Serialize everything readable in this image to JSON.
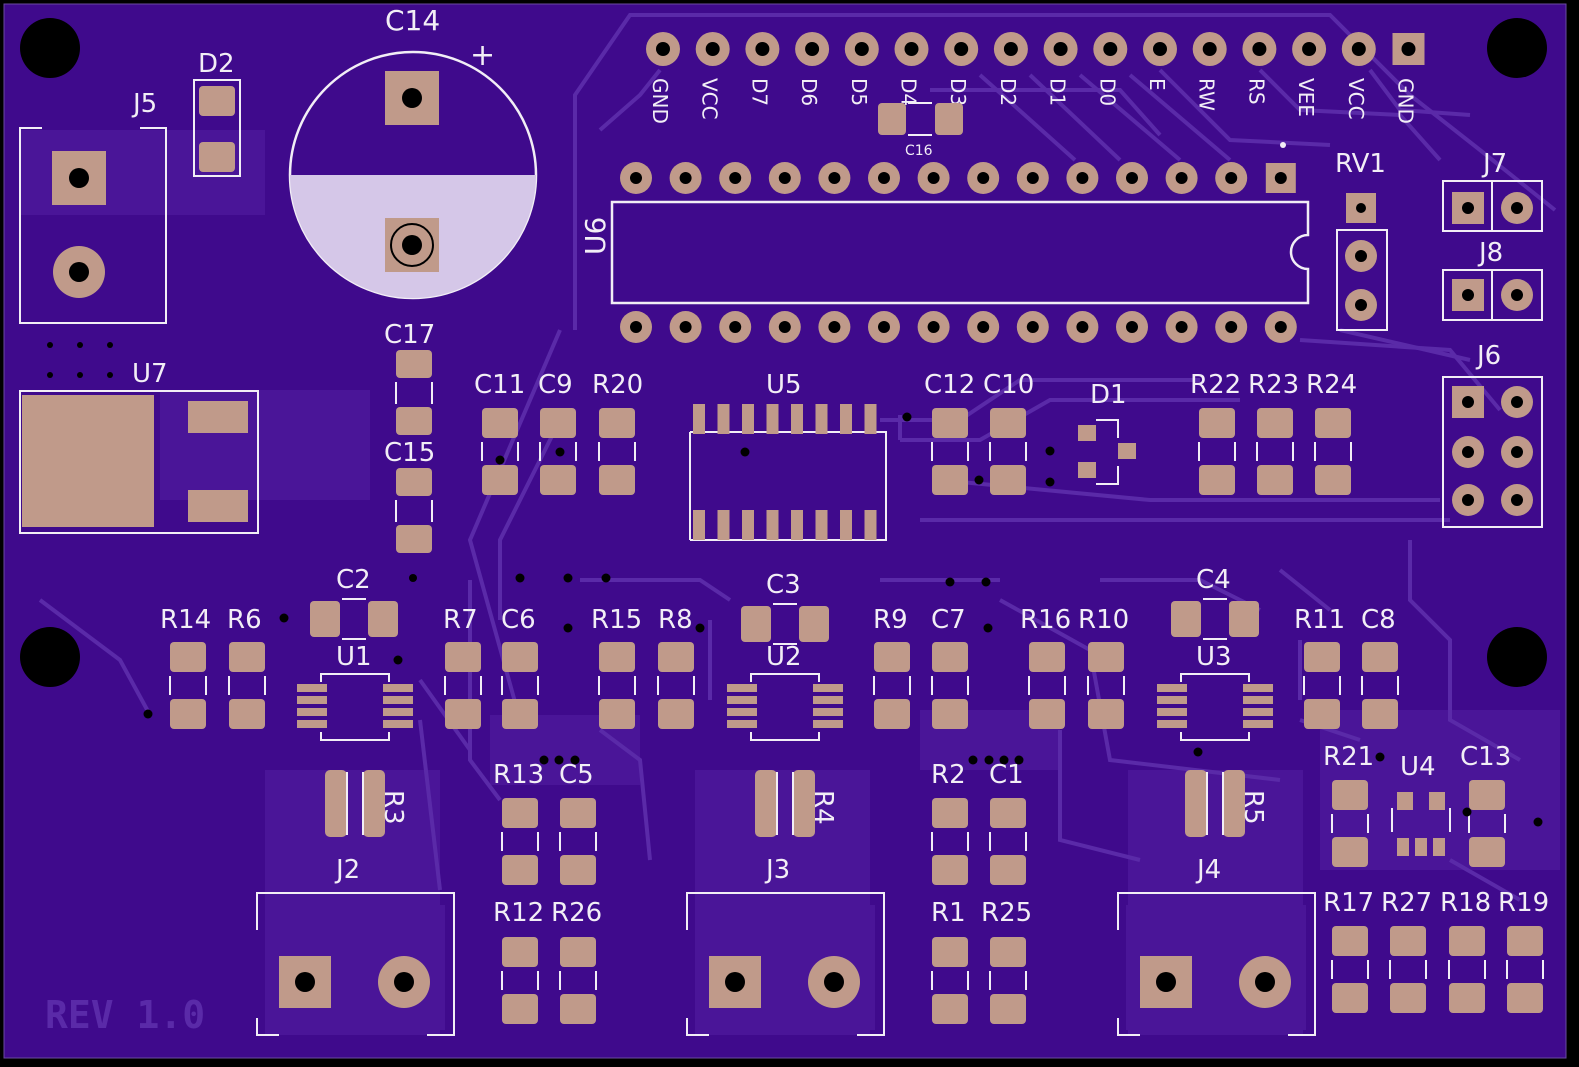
{
  "board": {
    "revision": "REV 1.0",
    "colors": {
      "substrate": "#3f0a8c",
      "border": "#000000",
      "pad": "#c09a8a",
      "silk": "#f2eef6",
      "hole": "#000000",
      "trace": "#5a2aa8"
    }
  },
  "refs": {
    "C14": "C14",
    "D2": "D2",
    "J5": "J5",
    "C17": "C17",
    "U7": "U7",
    "C15": "C15",
    "U6": "U6",
    "C16": "C16",
    "RV1": "RV1",
    "J7": "J7",
    "J8": "J8",
    "J6": "J6",
    "C11": "C11",
    "C9": "C9",
    "R20": "R20",
    "U5": "U5",
    "C12": "C12",
    "C10": "C10",
    "D1": "D1",
    "R22": "R22",
    "R23": "R23",
    "R24": "R24",
    "C2": "C2",
    "C3": "C3",
    "C4": "C4",
    "R14": "R14",
    "R6": "R6",
    "R7": "R7",
    "C6": "C6",
    "R15": "R15",
    "R8": "R8",
    "R9": "R9",
    "C7": "C7",
    "R16": "R16",
    "R10": "R10",
    "R11": "R11",
    "C8": "C8",
    "U1": "U1",
    "U2": "U2",
    "U3": "U3",
    "R3": "R3",
    "R4": "R4",
    "R5": "R5",
    "R13": "R13",
    "C5": "C5",
    "R2": "R2",
    "C1": "C1",
    "R21": "R21",
    "U4": "U4",
    "C13": "C13",
    "J2": "J2",
    "J3": "J3",
    "J4": "J4",
    "R12": "R12",
    "R26": "R26",
    "R1": "R1",
    "R25": "R25",
    "R17": "R17",
    "R27": "R27",
    "R18": "R18",
    "R19": "R19"
  },
  "lcd_header_pins": [
    "GND",
    "VCC",
    "D7",
    "D6",
    "D5",
    "D4",
    "D3",
    "D2",
    "D1",
    "D0",
    "E",
    "RW",
    "RS",
    "VEE",
    "VCC",
    "GND"
  ],
  "polarity_mark": "+"
}
